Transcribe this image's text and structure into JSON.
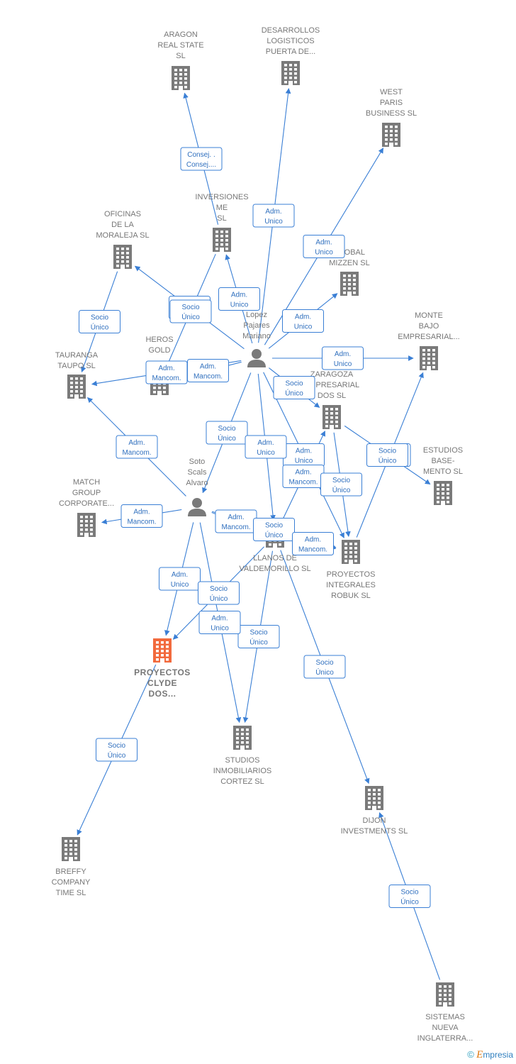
{
  "colors": {
    "edge": "#3a7fd5",
    "company": "#7a7a7a",
    "focus": "#f26a3d",
    "person": "#7a7a7a"
  },
  "nodes": [
    {
      "id": "aragon",
      "kind": "company",
      "lines": [
        "ARAGON",
        "REAL STATE",
        "SL"
      ]
    },
    {
      "id": "desarrollos",
      "kind": "company",
      "lines": [
        "DESARROLLOS",
        "LOGISTICOS",
        "PUERTA DE..."
      ]
    },
    {
      "id": "westparis",
      "kind": "company",
      "lines": [
        "WEST",
        "PARIS",
        "BUSINESS  SL"
      ]
    },
    {
      "id": "inversiones",
      "kind": "company",
      "lines": [
        "INVERSIONES",
        "ME",
        "SL"
      ]
    },
    {
      "id": "oficinas",
      "kind": "company",
      "lines": [
        "OFICINAS",
        "DE LA",
        "MORALEJA SL"
      ]
    },
    {
      "id": "global",
      "kind": "company",
      "lines": [
        "GLOBAL",
        "MIZZEN  SL"
      ]
    },
    {
      "id": "lopez",
      "kind": "person",
      "lines": [
        "Lopez",
        "Pajares",
        "Mariano"
      ]
    },
    {
      "id": "montebajo",
      "kind": "company",
      "lines": [
        "MONTE",
        "BAJO",
        "EMPRESARIAL..."
      ]
    },
    {
      "id": "heros",
      "kind": "company",
      "lines": [
        "HEROS",
        "GOLD"
      ]
    },
    {
      "id": "tauranga",
      "kind": "company",
      "lines": [
        "TAURANGA",
        "TAUPO  SL"
      ]
    },
    {
      "id": "zaragoza",
      "kind": "company",
      "lines": [
        "ZARAGOZA",
        "EMPRESARIAL",
        "DOS SL"
      ]
    },
    {
      "id": "estudios",
      "kind": "company",
      "lines": [
        "ESTUDIOS",
        "BASE-",
        "MENTO SL"
      ]
    },
    {
      "id": "soto",
      "kind": "person",
      "lines": [
        "Soto",
        "Scals",
        "Alvaro"
      ]
    },
    {
      "id": "match",
      "kind": "company",
      "lines": [
        "MATCH",
        "GROUP",
        "CORPORATE..."
      ]
    },
    {
      "id": "llanos",
      "kind": "company",
      "lines": [
        "LLANOS DE",
        "VALDEMORILLO SL"
      ]
    },
    {
      "id": "robuk",
      "kind": "company",
      "lines": [
        "PROYECTOS",
        "INTEGRALES",
        "ROBUK  SL"
      ]
    },
    {
      "id": "clyde",
      "kind": "focus",
      "lines": [
        "PROYECTOS",
        "CLYDE",
        "DOS..."
      ]
    },
    {
      "id": "cortez",
      "kind": "company",
      "lines": [
        "STUDIOS",
        "INMOBILIARIOS",
        "CORTEZ SL"
      ]
    },
    {
      "id": "dijon",
      "kind": "company",
      "lines": [
        "DIJON",
        "INVESTMENTS SL"
      ]
    },
    {
      "id": "breffy",
      "kind": "company",
      "lines": [
        "BREFFY",
        "COMPANY",
        "TIME  SL"
      ]
    },
    {
      "id": "sistemas",
      "kind": "company",
      "lines": [
        "SISTEMAS",
        "NUEVA",
        "INGLATERRA..."
      ]
    }
  ],
  "edges": [
    {
      "from": "inversiones",
      "to": "aragon",
      "label": [
        "Consej. .",
        "Consej...."
      ]
    },
    {
      "from": "lopez",
      "to": "desarrollos",
      "label": [
        "Adm.",
        "Unico"
      ]
    },
    {
      "from": "lopez",
      "to": "westparis",
      "label": [
        "Adm.",
        "Unico"
      ]
    },
    {
      "from": "lopez",
      "to": "inversiones",
      "label": [
        "Adm.",
        "Unico"
      ]
    },
    {
      "from": "lopez",
      "to": "global",
      "label": [
        "Adm.",
        "Unico"
      ]
    },
    {
      "from": "lopez",
      "to": "oficinas",
      "label": [
        "Adm.",
        "Mancom."
      ]
    },
    {
      "from": "inversiones",
      "to": "heros",
      "label": [
        "Socio",
        "Único"
      ]
    },
    {
      "from": "oficinas",
      "to": "tauranga",
      "label": [
        "Socio",
        "Único"
      ]
    },
    {
      "from": "lopez",
      "to": "tauranga",
      "label": [
        "Adm.",
        "Mancom."
      ]
    },
    {
      "from": "lopez",
      "to": "montebajo",
      "label": [
        "Adm.",
        "Unico"
      ]
    },
    {
      "from": "lopez",
      "to": "heros",
      "label": [
        "Adm.",
        "Mancom."
      ]
    },
    {
      "from": "lopez",
      "to": "soto",
      "label": [
        "Socio",
        "Único"
      ]
    },
    {
      "from": "lopez",
      "to": "zaragoza",
      "label": [
        "Socio",
        "Único"
      ]
    },
    {
      "from": "lopez",
      "to": "robuk",
      "label": [
        "Adm.",
        "Unico"
      ]
    },
    {
      "from": "soto",
      "to": "match",
      "label": [
        "Adm.",
        "Mancom."
      ]
    },
    {
      "from": "soto",
      "to": "tauranga",
      "label": [
        "Adm.",
        "Mancom."
      ]
    },
    {
      "from": "soto",
      "to": "llanos",
      "label": [
        "Adm.",
        "Mancom."
      ]
    },
    {
      "from": "soto",
      "to": "robuk",
      "label": [
        "Socio",
        "Único"
      ]
    },
    {
      "from": "soto",
      "to": "clyde",
      "label": [
        "Adm.",
        "Unico"
      ]
    },
    {
      "from": "llanos",
      "to": "zaragoza",
      "label": [
        "Adm.",
        "Mancom."
      ]
    },
    {
      "from": "llanos",
      "to": "robuk",
      "label": [
        "Adm.",
        "Mancom."
      ]
    },
    {
      "from": "llanos",
      "to": "clyde",
      "label": [
        "Socio",
        "Único"
      ]
    },
    {
      "from": "llanos",
      "to": "cortez",
      "label": [
        "Socio",
        "Único"
      ]
    },
    {
      "from": "llanos",
      "to": "dijon",
      "label": [
        "Socio",
        "Único"
      ]
    },
    {
      "from": "robuk",
      "to": "montebajo",
      "label": [
        "Socio",
        "Único"
      ]
    },
    {
      "from": "zaragoza",
      "to": "estudios",
      "label": [
        "Socio",
        "Único"
      ]
    },
    {
      "from": "lopez",
      "to": "llanos",
      "label": [
        "Adm.",
        "Unico"
      ]
    },
    {
      "from": "soto",
      "to": "cortez",
      "label": [
        "Adm.",
        "Unico"
      ]
    },
    {
      "from": "zaragoza",
      "to": "robuk",
      "label": [
        "Socio",
        "Único"
      ]
    },
    {
      "from": "clyde",
      "to": "breffy",
      "label": [
        "Socio",
        "Único"
      ]
    },
    {
      "from": "sistemas",
      "to": "dijon",
      "label": [
        "Socio",
        "Único"
      ]
    }
  ],
  "footer": {
    "copyright": "©",
    "brand_initial": "E",
    "brand_rest": "mpresia"
  }
}
